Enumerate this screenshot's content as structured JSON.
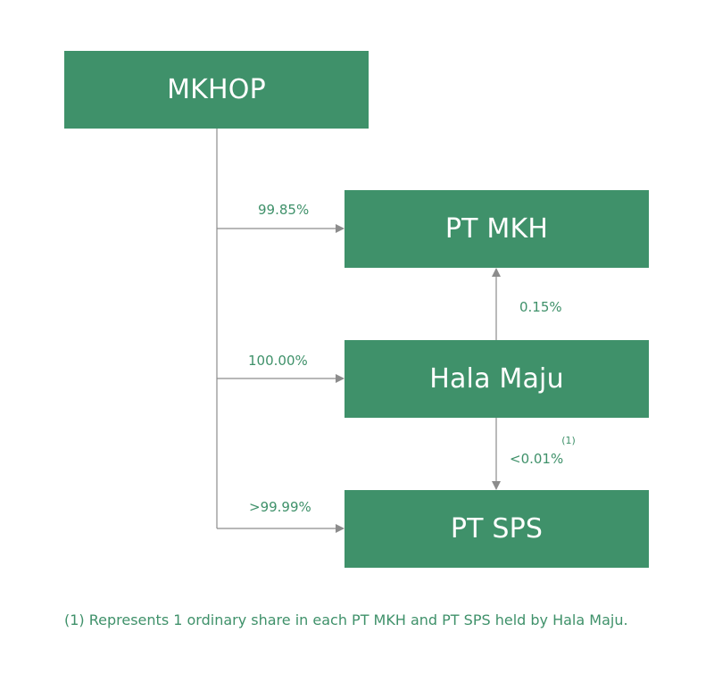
{
  "entities": {
    "mkhop": "MKHOP",
    "pt_mkh": "PT MKH",
    "hala_maju": "Hala Maju",
    "pt_sps": "PT SPS"
  },
  "ownership": {
    "mkhop_to_pt_mkh": "99.85%",
    "hala_maju_to_pt_mkh": "0.15%",
    "mkhop_to_hala_maju": "100.00%",
    "mkhop_to_pt_sps": ">99.99%",
    "hala_maju_to_pt_sps": "<0.01%",
    "hala_maju_to_pt_sps_note": "(1)"
  },
  "footnote": "(1) Represents 1 ordinary share in each PT MKH and PT SPS held by Hala Maju.",
  "colors": {
    "box_fill": "#3f916a",
    "box_text": "#ffffff",
    "label_text": "#3f916a",
    "connector": "#8c8c8c"
  }
}
